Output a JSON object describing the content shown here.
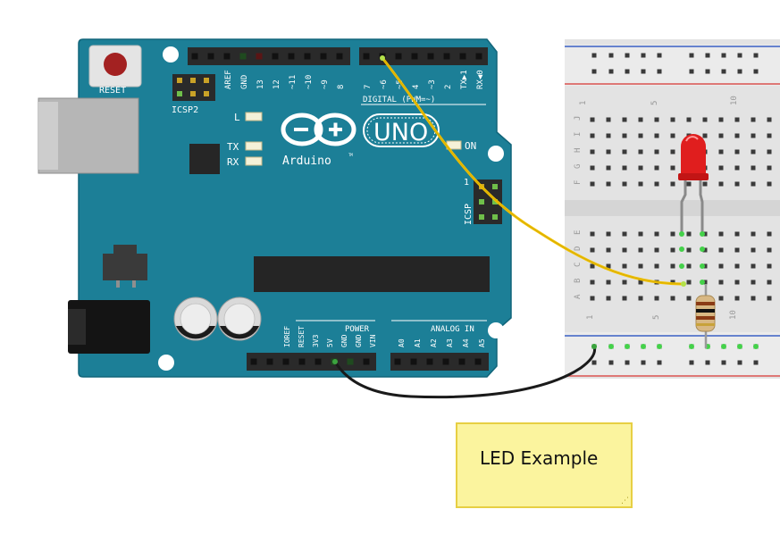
{
  "board": {
    "reset_label": "RESET",
    "icsp2_label": "ICSP2",
    "icsp_label": "ICSP",
    "icsp_pin1": "1",
    "led_l_label": "L",
    "tx_label": "TX",
    "rx_label": "RX",
    "on_label": "ON",
    "uno_label": "UNO",
    "brand_label": "Arduino",
    "tm_mark": "TM",
    "digital_label": "DIGITAL (PWM=~)",
    "power_label": "POWER",
    "analog_label": "ANALOG IN",
    "digital_pins_left": [
      "AREF",
      "GND",
      "13",
      "12",
      "~11",
      "~10",
      "~9",
      "8"
    ],
    "digital_pins_right": [
      "7",
      "~6",
      "~5",
      "4",
      "~3",
      "2",
      "TX▶1",
      "RX◀0"
    ],
    "power_pins": [
      "IOREF",
      "RESET",
      "3V3",
      "5V",
      "GND",
      "GND",
      "VIN"
    ],
    "analog_pins": [
      "A0",
      "A1",
      "A2",
      "A3",
      "A4",
      "A5"
    ]
  },
  "breadboard": {
    "top_rows": [
      "J",
      "I",
      "H",
      "G",
      "F"
    ],
    "bottom_rows": [
      "E",
      "D",
      "C",
      "B",
      "A"
    ],
    "column_marks": [
      "1",
      "5",
      "10"
    ]
  },
  "note": {
    "text": "LED Example"
  },
  "colors": {
    "board": "#1c7f97",
    "board_edge": "#11657a",
    "header": "#2a2a2a",
    "breadboard": "#e3e3e3",
    "rail_red": "#d9534f",
    "rail_blue": "#3b5fc4",
    "yellow_wire": "#f2c200",
    "black_wire": "#1a1a1a",
    "led": "#e01e1e",
    "note_bg": "#fbf49e"
  }
}
